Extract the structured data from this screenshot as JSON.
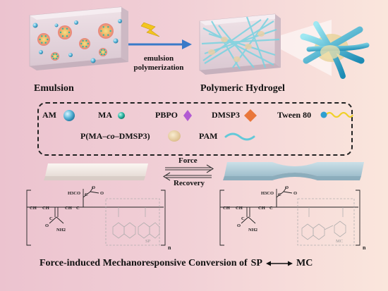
{
  "top": {
    "arrow_label_line1": "emulsion",
    "arrow_label_line2": "polymerization",
    "emulsion_label": "Emulsion",
    "hydrogel_label": "Polymeric Hydrogel"
  },
  "legend": {
    "am": "AM",
    "ma": "MA",
    "pbpo": "PBPO",
    "dmsp3": "DMSP3",
    "tween": "Tween 80",
    "copolymer_prefix": "P(MA–",
    "copolymer_co": "co",
    "copolymer_suffix": "–DMSP3)",
    "pam": "PAM"
  },
  "middle": {
    "force_label": "Force",
    "recovery_label": "Recovery"
  },
  "chem_left": {
    "ester_group": "H3CO",
    "amide_group": "NH2",
    "sp_label": "SP",
    "n_label": "n"
  },
  "chem_right": {
    "ester_group": "H3CO",
    "amide_group": "NH2",
    "mc_label": "MC",
    "n_label": "n"
  },
  "bottom": {
    "title_prefix": "Force-induced Mechanoresponsive Conversion of",
    "sp": "SP",
    "mc": "MC"
  },
  "colors": {
    "am_sphere": "#5ab6d8",
    "ma_sphere": "#2eb9a6",
    "pbpo": "#b25ad2",
    "dmsp3": "#e9763a",
    "tween_head": "#2e9fd0",
    "tween_tail": "#f0d02a",
    "pam": "#62c9d9",
    "copolymer": "#e9cfa6"
  }
}
